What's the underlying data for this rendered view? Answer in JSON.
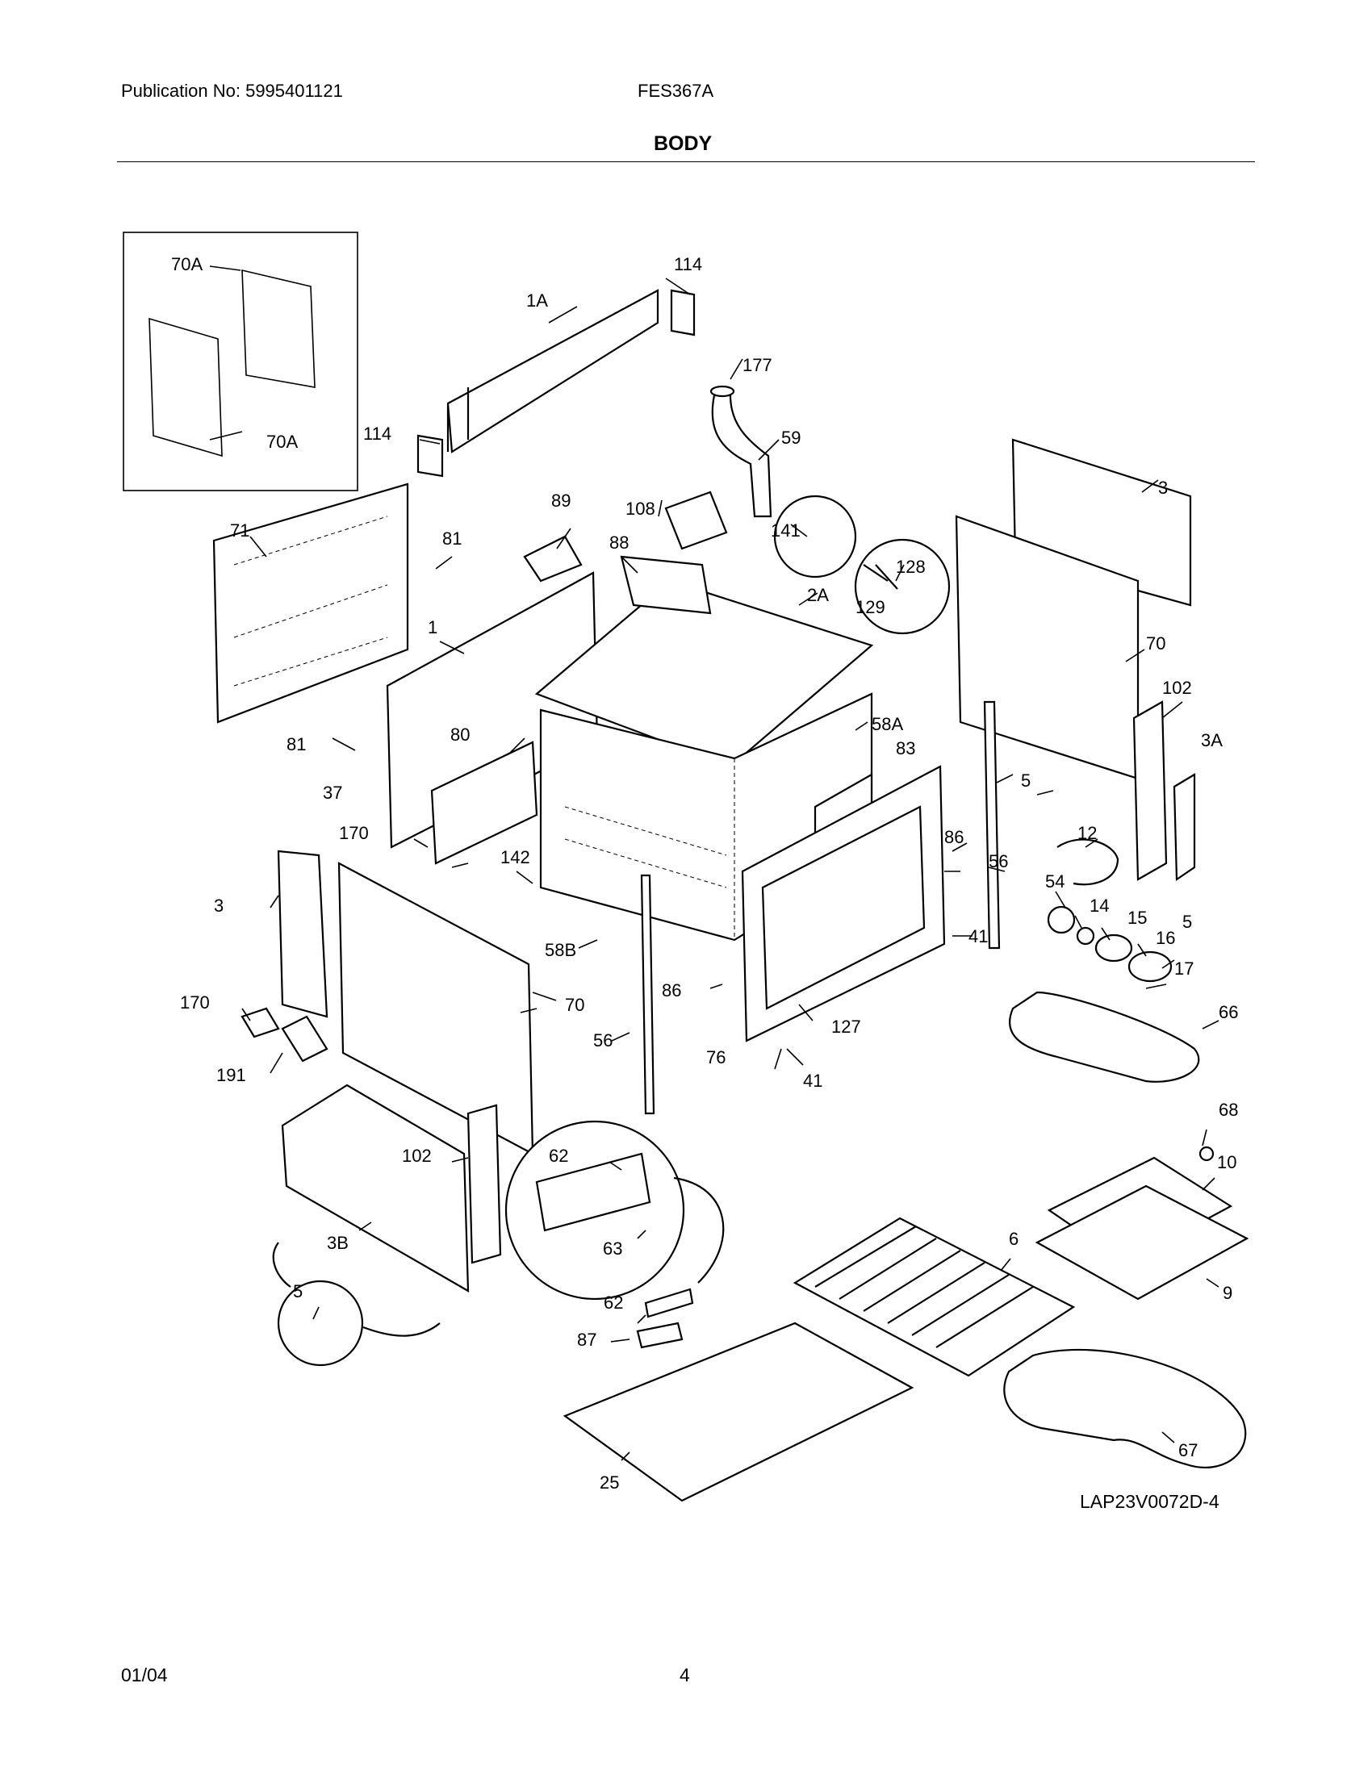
{
  "header": {
    "publication": "Publication No: 5995401121",
    "model": "FES367A",
    "section_title": "BODY"
  },
  "diagram": {
    "drawing_code": "LAP23V0072D-4",
    "callouts": [
      "70A",
      "70A",
      "114",
      "1A",
      "114",
      "177",
      "59",
      "71",
      "81",
      "89",
      "108",
      "141",
      "88",
      "128",
      "129",
      "2A",
      "3",
      "1",
      "80",
      "81",
      "37",
      "58A",
      "83",
      "70",
      "102",
      "3A",
      "5",
      "12",
      "170",
      "142",
      "86",
      "56",
      "3",
      "54",
      "14",
      "15",
      "5",
      "41",
      "16",
      "17",
      "58B",
      "86",
      "127",
      "170",
      "70",
      "56",
      "76",
      "41",
      "66",
      "191",
      "68",
      "62",
      "102",
      "10",
      "63",
      "6",
      "3B",
      "9",
      "5",
      "62",
      "87",
      "67",
      "25"
    ]
  },
  "footer": {
    "date": "01/04",
    "page": "4"
  }
}
